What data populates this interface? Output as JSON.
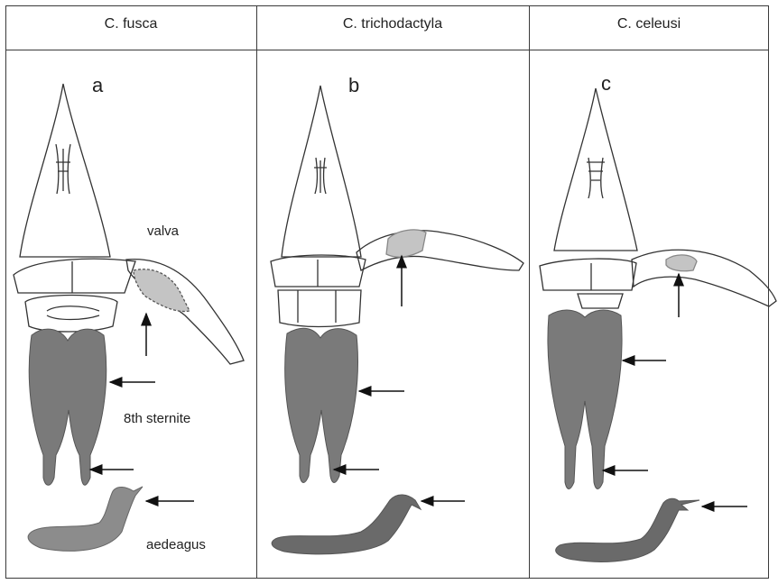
{
  "columns": [
    {
      "title": "C. fusca",
      "letter": "a"
    },
    {
      "title": "C. trichodactyla",
      "letter": "b"
    },
    {
      "title": "C. celeusi",
      "letter": "c"
    }
  ],
  "labels": {
    "valva": "valva",
    "sternite": "8th sternite",
    "aedeagus": "aedeagus"
  },
  "colors": {
    "sternite": "#7a7a7a",
    "aedeagus_a": "#8c8c8c",
    "aedeagus_bc": "#6a6a6a",
    "highlight": "#c4c4c4",
    "line": "#333333"
  }
}
